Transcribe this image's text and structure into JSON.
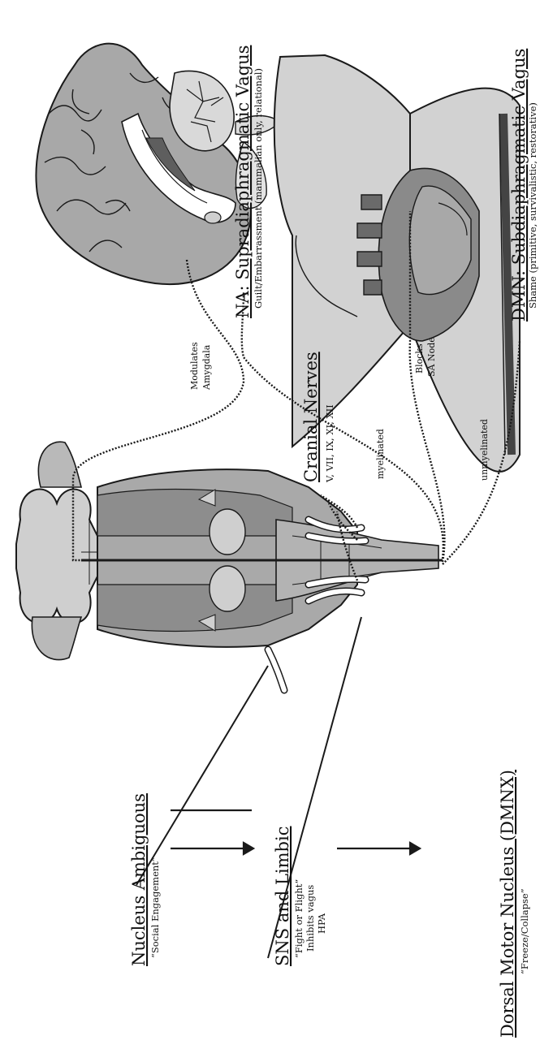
{
  "left_labels": {
    "na_title": "Nucleus Ambiguous",
    "na_sub": "“Social Engagement”",
    "sns_title": "SNS and Limbic",
    "sns_line1": "“Fight or Flight”",
    "sns_line2": "Inhibits vagus",
    "sns_line3": "HPA",
    "dmnx_title": "Dorsal Motor Nucleus (DMNX)",
    "dmnx_sub": "“Freeze/Collapse”"
  },
  "cranial": {
    "title": "Cranial Nerves",
    "list": "V, VII, IX, XI, XII"
  },
  "path_labels": {
    "modulates": "Modulates",
    "amygdala": "Amygdala",
    "blocks": "Blocks",
    "sa_node": "SA Node",
    "myelinated": "myelinated",
    "unmyelinated": "unmyelinated"
  },
  "right_labels": {
    "na_supra": "NA: Supradiaphragmatic Vagus",
    "na_supra_sub": "Guilt/Embarrassment (mammalian only, relational)",
    "dmn_sub": "DMN: Subdiaphragmatic Vagus",
    "dmn_sub_sub": "Shame (primitive, survivalistic, restorative)"
  },
  "colors": {
    "light_gray": "#cfcfcf",
    "mid_gray": "#a9a9a9",
    "dark_gray": "#7d7d7d",
    "outline": "#1a1a1a",
    "white": "#ffffff"
  }
}
